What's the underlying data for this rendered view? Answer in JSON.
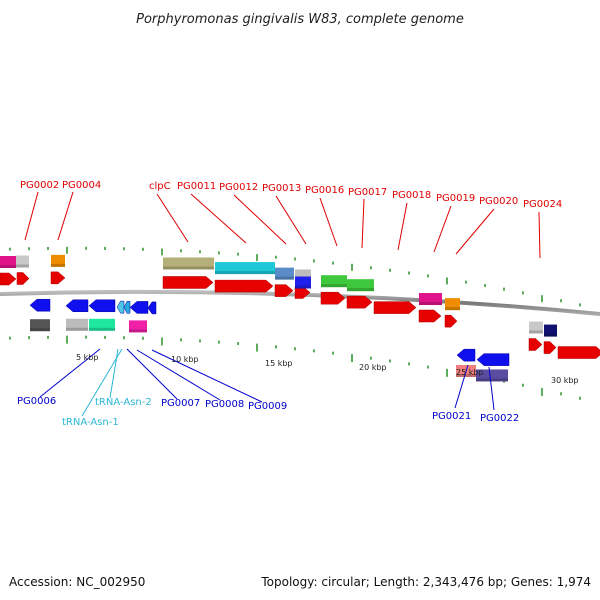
{
  "title": "Porphyromonas gingivalis W83, complete genome",
  "accession": "Accession: NC_002950",
  "topology": "Topology: circular; Length: 2,343,476 bp; Genes: 1,974",
  "colors": {
    "forward_label": "#e00000",
    "reverse_label": "#0000cc",
    "trna_label": "#2bb7d6",
    "backbone": "#888888",
    "tick": "#1a8a1a"
  },
  "scale_labels": [
    "5 kbp",
    "10 kbp",
    "15 kbp",
    "20 kbp",
    "25 kbp",
    "30 kbp"
  ],
  "forward_labels": [
    "PG0002",
    "PG0004",
    "clpC",
    "PG0011",
    "PG0012",
    "PG0013",
    "PG0016",
    "PG0017",
    "PG0018",
    "PG0019",
    "PG0020",
    "PG0024"
  ],
  "reverse_labels": [
    "PG0006",
    "tRNA-Asn-2",
    "tRNA-Asn-1",
    "PG0007",
    "PG0008",
    "PG0009",
    "PG0021",
    "PG0022"
  ]
}
